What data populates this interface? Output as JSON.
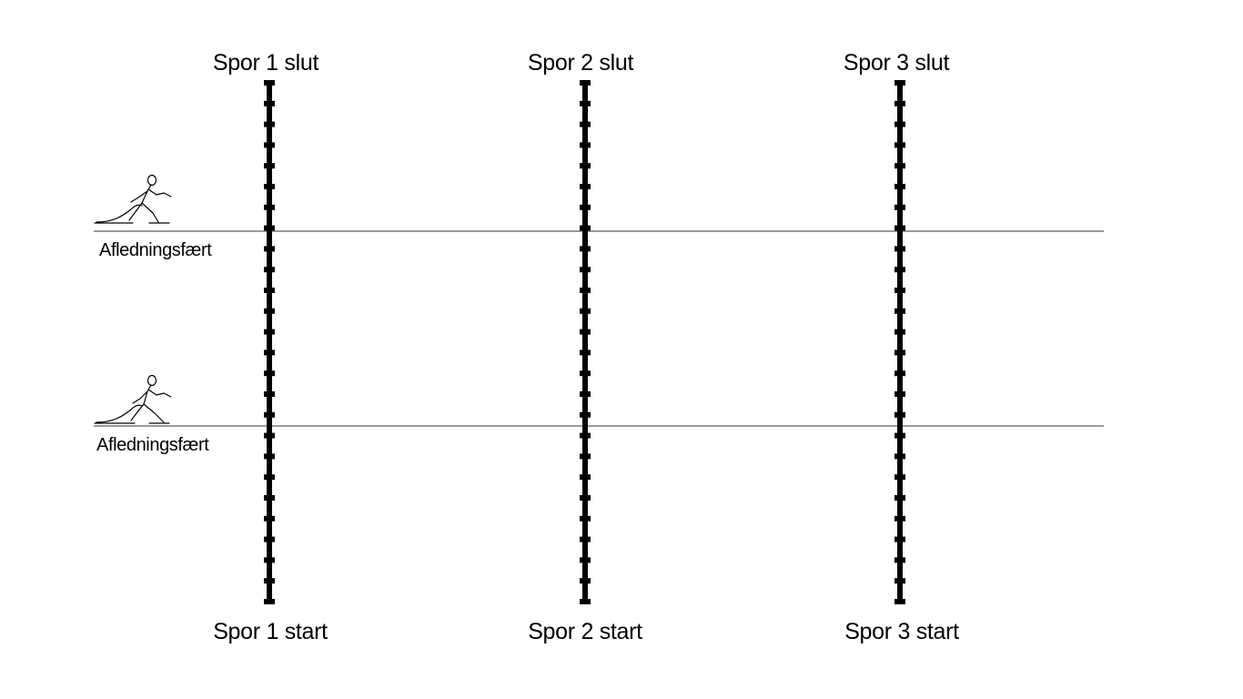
{
  "tracks": [
    {
      "id": 1,
      "end_label": "Spor 1 slut",
      "start_label": "Spor 1 start"
    },
    {
      "id": 2,
      "end_label": "Spor 2 slut",
      "start_label": "Spor 2 start"
    },
    {
      "id": 3,
      "end_label": "Spor 3 slut",
      "start_label": "Spor 3 start"
    }
  ],
  "diversions": [
    {
      "label": "Afledningsfært",
      "icon": "skier-icon"
    },
    {
      "label": "Afledningsfært",
      "icon": "skier-icon"
    }
  ],
  "colors": {
    "track": "#000000",
    "diversion_line": "#a8a8a8",
    "background": "#ffffff"
  }
}
